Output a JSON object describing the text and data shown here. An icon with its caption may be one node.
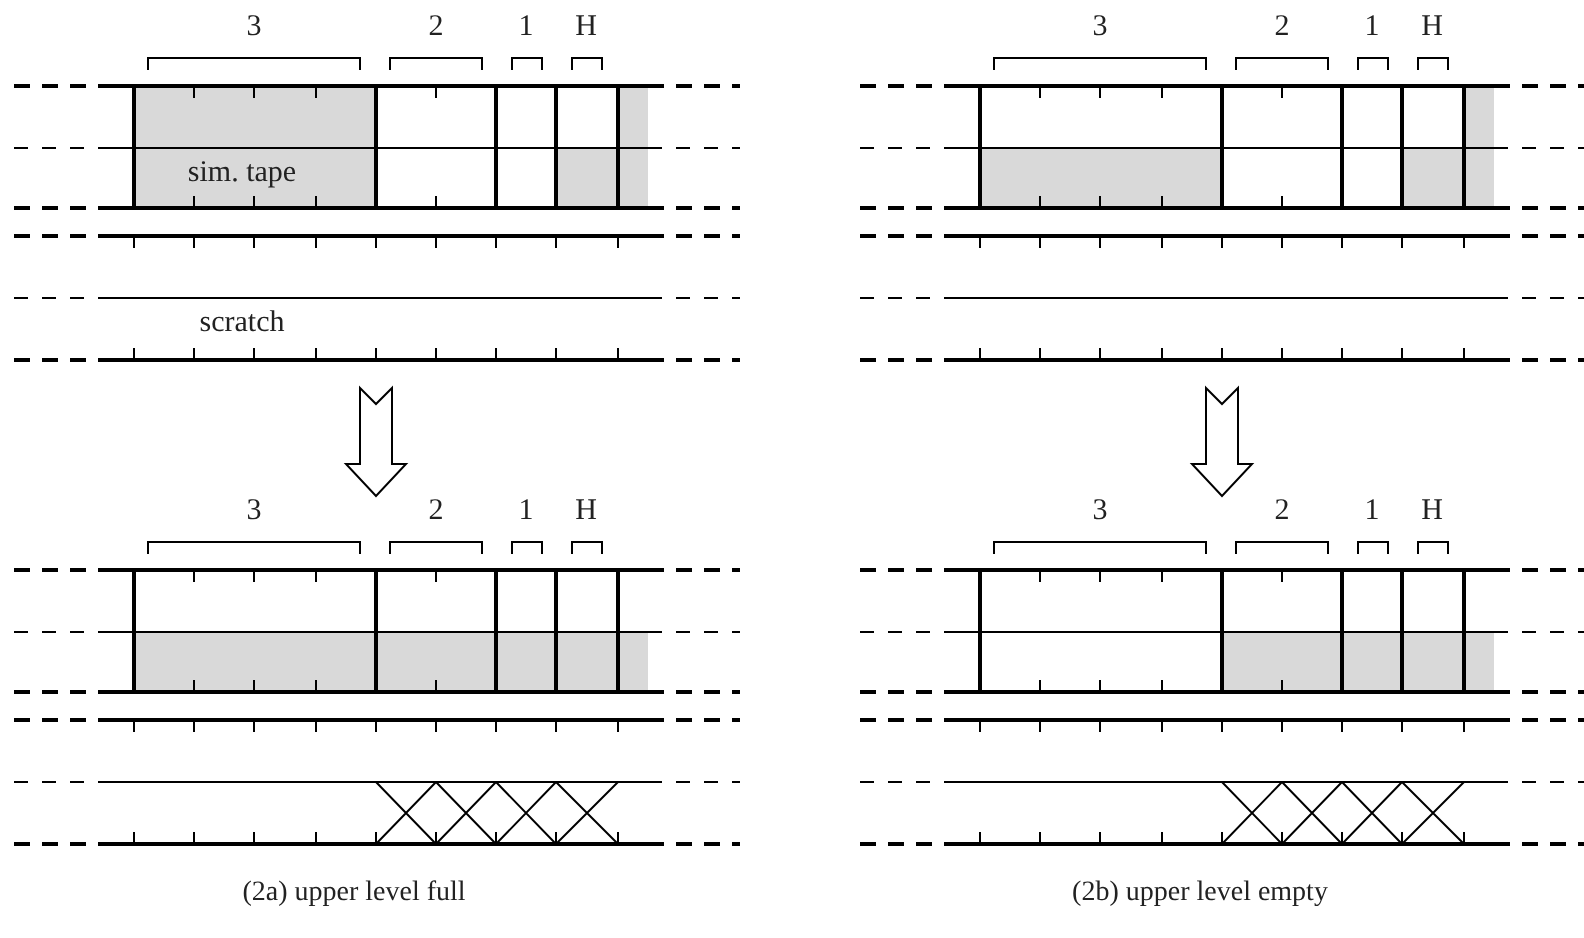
{
  "diagram": {
    "labels": [
      "3",
      "2",
      "1",
      "H",
      "sim. tape",
      "scratch",
      "3",
      "2",
      "1",
      "H",
      "3",
      "2",
      "1",
      "H",
      "3",
      "2",
      "1",
      "H",
      "(2a) upper level full",
      "(2b) upper level empty"
    ]
  }
}
